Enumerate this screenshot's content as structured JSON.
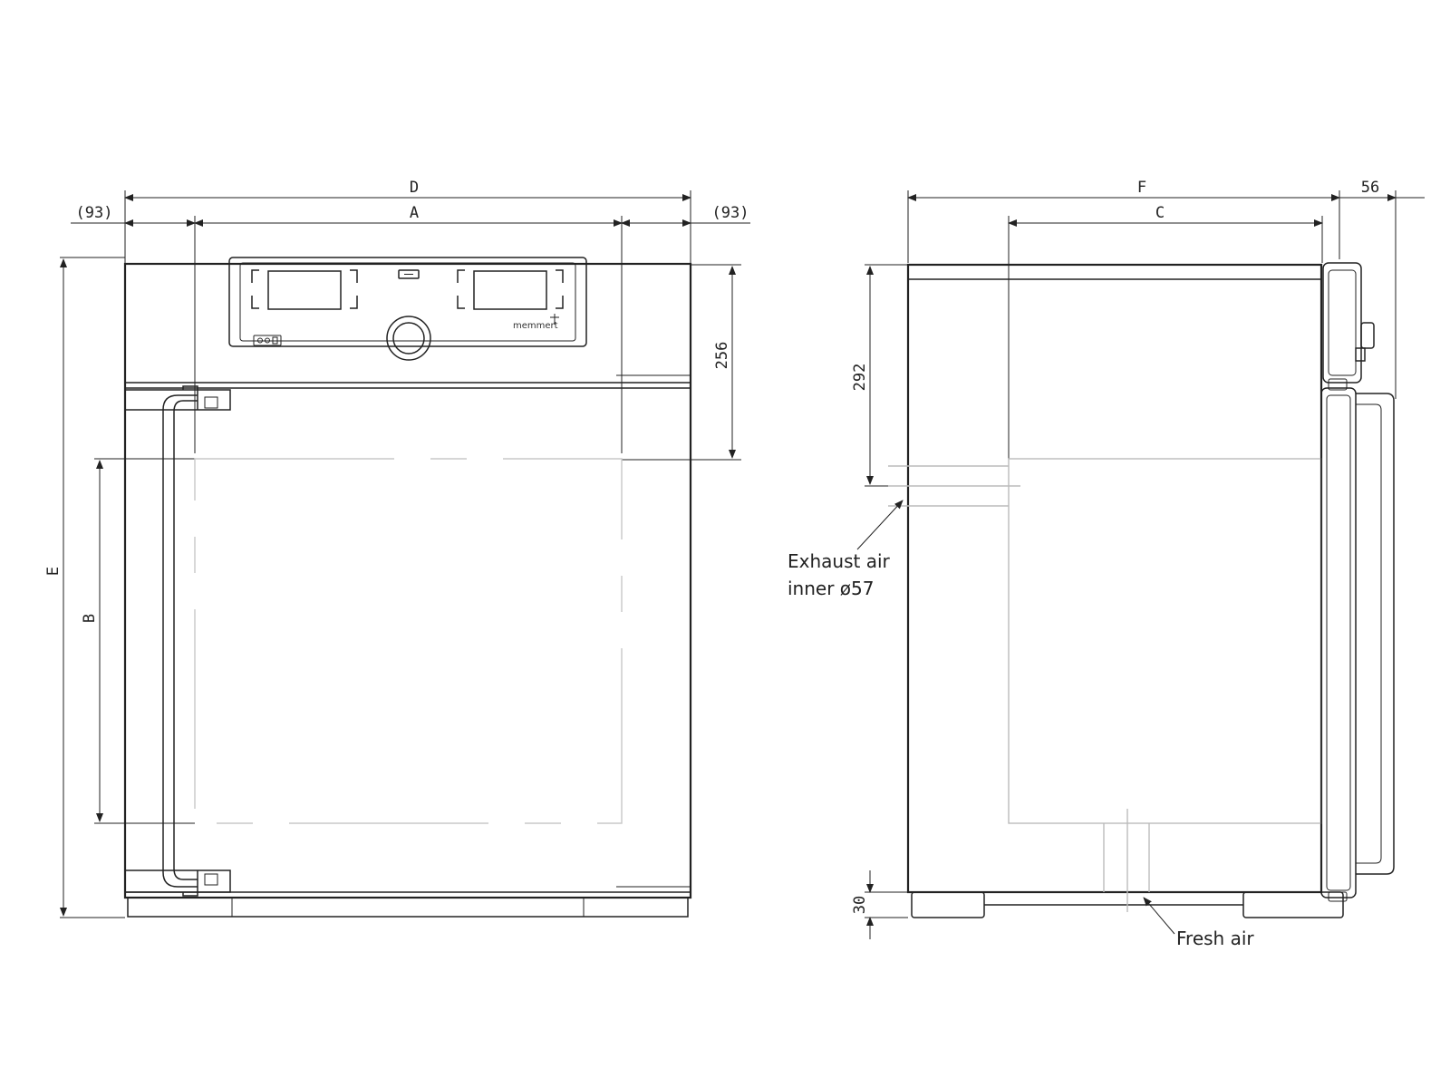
{
  "front_view": {
    "dim_total_width": "D",
    "dim_inner_width": "A",
    "dim_side_left": "(93)",
    "dim_side_right": "(93)",
    "dim_total_height": "E",
    "dim_inner_height": "B",
    "dim_control_panel_height": "256",
    "logo": "memmert"
  },
  "side_view": {
    "dim_total_depth": "F",
    "dim_inner_depth": "C",
    "dim_handle_depth": "56",
    "dim_exhaust_height": "292",
    "dim_feet_height": "30",
    "exhaust_label_line1": "Exhaust air",
    "exhaust_label_line2": "inner ø57",
    "fresh_air_label": "Fresh air"
  }
}
